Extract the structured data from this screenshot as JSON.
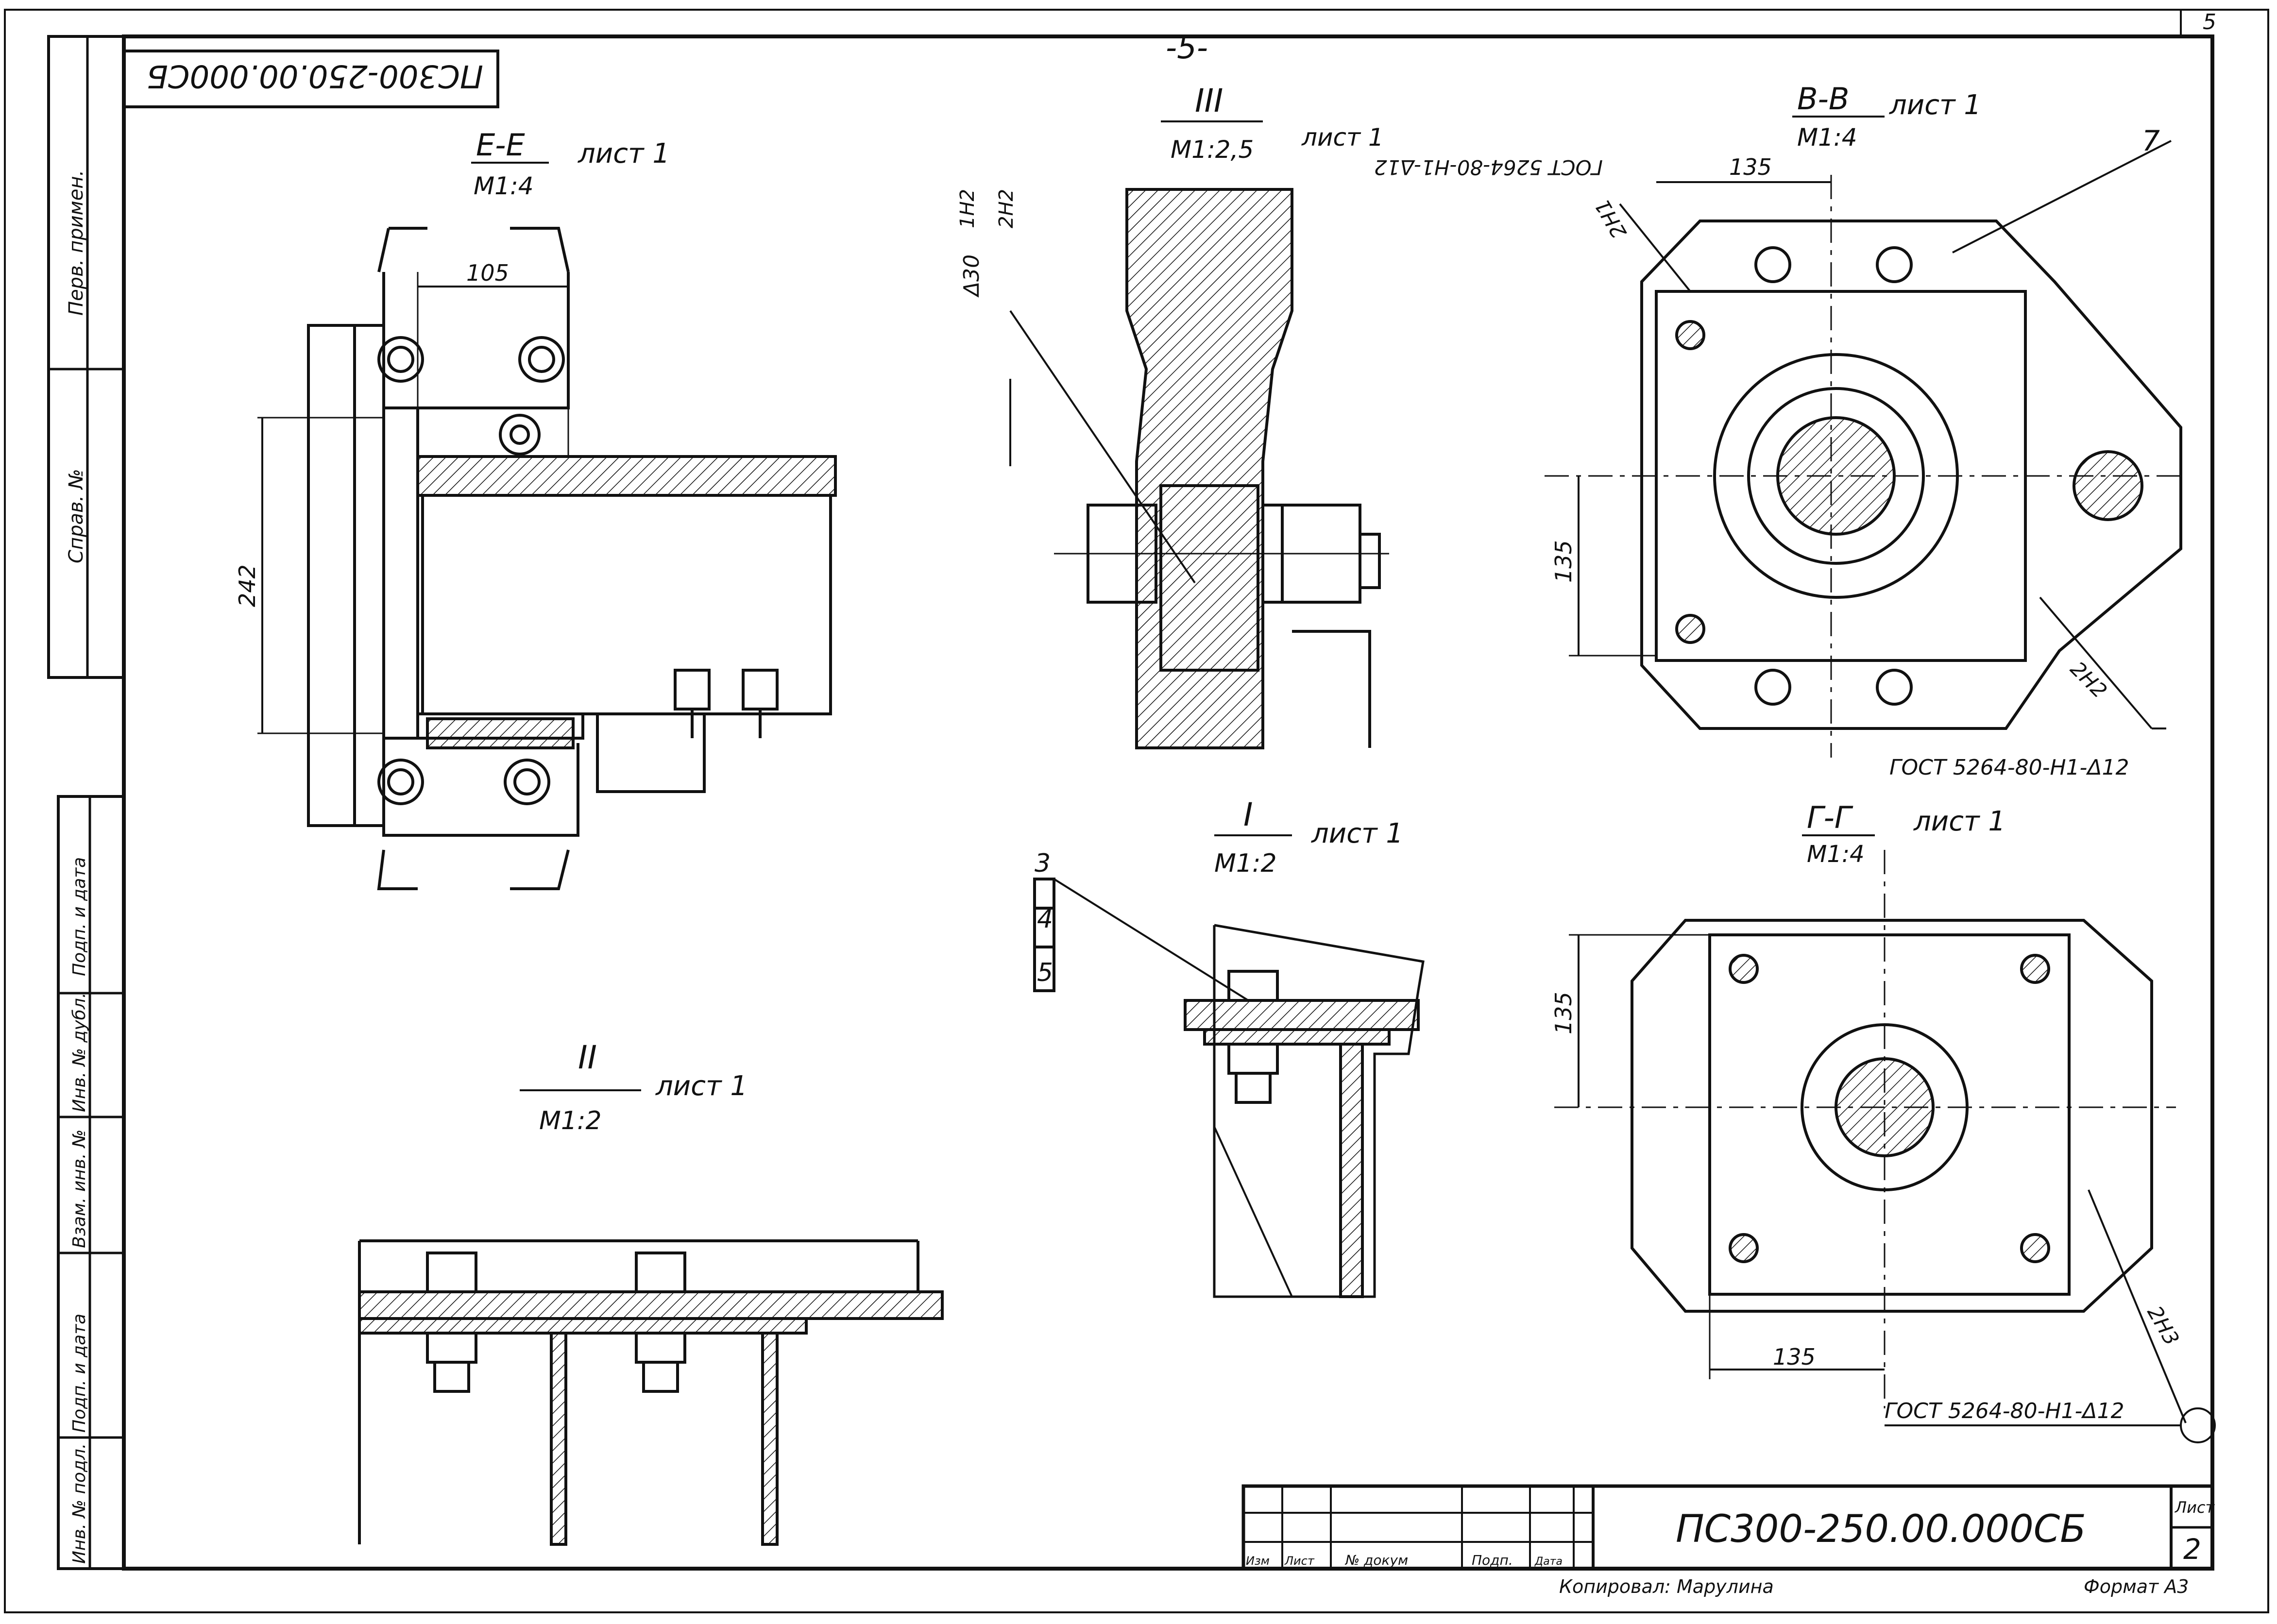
{
  "page_number": "-5-",
  "corner_number": "5",
  "doc_code_rotated": "ПС300-250.00.000СБ",
  "stamp": {
    "designation": "ПС300-250.00.000СБ",
    "sheet_label": "Лист",
    "sheet_number": "2",
    "columns": [
      "Изм",
      "Лист",
      "№ докум",
      "Подп.",
      "Дата"
    ],
    "copied_by": "Копировал: Марулина",
    "format": "Формат А3"
  },
  "side_labels": {
    "perv_primen": "Перв. примен.",
    "sprav": "Справ. №",
    "podp_data_1": "Подп. и дата",
    "inv_dubl": "Инв. № дубл.",
    "vzam_inv": "Взам. инв. №",
    "podp_data_2": "Подп. и дата",
    "inv_podl": "Инв. № подл."
  },
  "views": {
    "ee": {
      "title": "Е-Е",
      "sheet": "лист 1",
      "scale": "М1:4",
      "dim_105": "105",
      "dim_242": "242"
    },
    "iii": {
      "title": "III",
      "sheet": "лист 1",
      "scale": "М1:2,5",
      "weld": "Δ30",
      "weld2": "1Н2",
      "weld3": "2Н2"
    },
    "vv": {
      "title": "В-В",
      "sheet": "лист 1",
      "scale": "М1:4",
      "dim_top": "135",
      "dim_left": "135",
      "callout": "7",
      "gost_top": "ГОСТ 5264-80-Н1-Δ12",
      "mark1": "2Н1",
      "mark2": "2Н2",
      "gost_bottom": "ГОСТ 5264-80-Н1-Δ12"
    },
    "i": {
      "title": "I",
      "sheet": "лист 1",
      "scale": "М1:2",
      "pos3": "3",
      "pos4": "4",
      "pos5": "5"
    },
    "ii": {
      "title": "II",
      "sheet": "лист 1",
      "scale": "М1:2"
    },
    "gg": {
      "title": "Г-Г",
      "sheet": "лист 1",
      "scale": "М1:4",
      "dim_left": "135",
      "dim_bottom": "135",
      "mark3": "2Н3",
      "gost": "ГОСТ 5264-80-Н1-Δ12"
    }
  }
}
